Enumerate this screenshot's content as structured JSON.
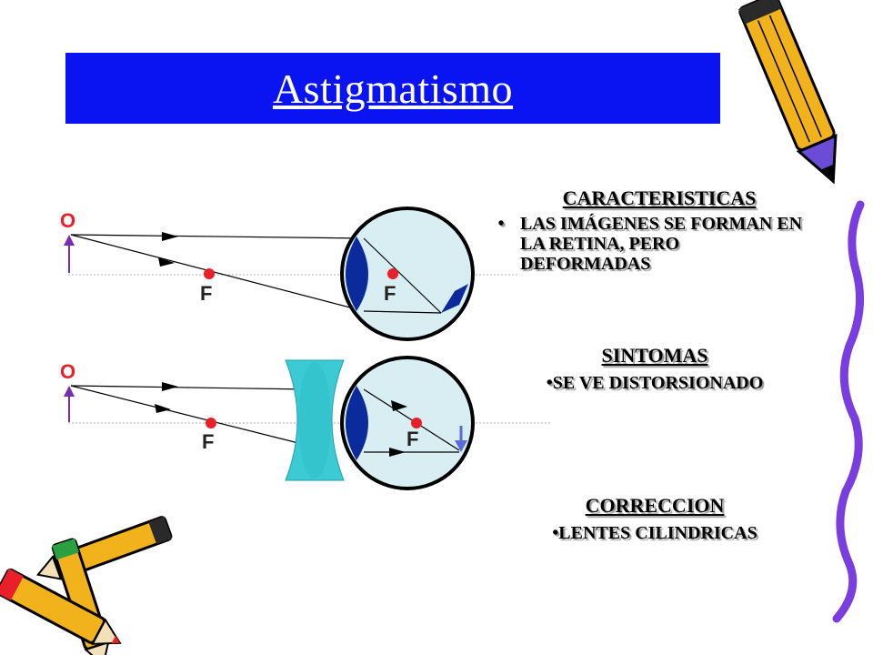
{
  "title": "Astigmatismo",
  "sections": {
    "characteristics": {
      "heading": "CARACTERISTICAS",
      "items": [
        "LAS IMÁGENES SE FORMAN EN LA RETINA, PERO DEFORMADAS"
      ]
    },
    "symptoms": {
      "heading": "SINTOMAS",
      "items": [
        "SE VE DISTORSIONADO"
      ]
    },
    "correction": {
      "heading": "CORRECCION",
      "items": [
        "LENTES CILINDRICAS"
      ]
    }
  },
  "diagram_labels": {
    "object": "O",
    "focus": "F"
  },
  "colors": {
    "title_bar": "#0a14f2",
    "eye_fill": "#d8eef3",
    "cornea": "#0b2a9c",
    "lens": "#3ccbd4",
    "focus_dot": "#e8202a",
    "object_arrow": "#7a2cb0",
    "pencil_yellow": "#f2b21c",
    "pencil_purple": "#6a4cd6"
  },
  "icons": [
    "pencil-icon",
    "crossed-pencils-icon",
    "squiggle-border-icon"
  ]
}
